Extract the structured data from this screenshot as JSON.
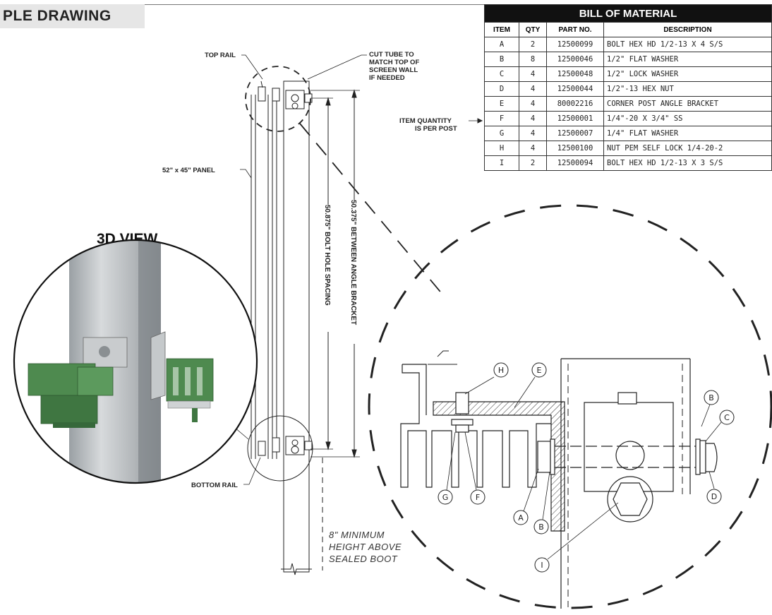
{
  "header": {
    "title": "PLE DRAWING"
  },
  "bom": {
    "title": "BILL OF MATERIAL",
    "columns": [
      "ITEM",
      "QTY",
      "PART NO.",
      "DESCRIPTION"
    ],
    "rows": [
      [
        "A",
        "2",
        "12500099",
        "BOLT HEX HD 1/2-13 X 4 S/S"
      ],
      [
        "B",
        "8",
        "12500046",
        "1/2\" FLAT WASHER"
      ],
      [
        "C",
        "4",
        "12500048",
        "1/2\" LOCK WASHER"
      ],
      [
        "D",
        "4",
        "12500044",
        "1/2\"-13 HEX NUT"
      ],
      [
        "E",
        "4",
        "80002216",
        "CORNER POST ANGLE BRACKET"
      ],
      [
        "F",
        "4",
        "12500001",
        "1/4\"-20 X 3/4\" SS"
      ],
      [
        "G",
        "4",
        "12500007",
        "1/4\" FLAT WASHER"
      ],
      [
        "H",
        "4",
        "12500100",
        "NUT PEM SELF LOCK 1/4-20-2"
      ],
      [
        "I",
        "2",
        "12500094",
        "BOLT HEX HD 1/2-13 X 3 S/S"
      ]
    ]
  },
  "labels": {
    "top_rail": "TOP RAIL",
    "cut_tube": [
      "CUT TUBE TO",
      "MATCH TOP OF",
      "SCREEN WALL",
      "IF NEEDED"
    ],
    "item_qty": [
      "ITEM QUANTITY",
      "IS PER POST"
    ],
    "panel": "52\" x 45\" PANEL",
    "bottom_rail": "BOTTOM RAIL",
    "view_3d": "3D VIEW",
    "bolt_spacing": "50.875\" BOLT HOLE SPACING",
    "bracket_spacing": "50.375\" BETWEEN ANGLE BRACKET",
    "min_height": [
      "8\" MINIMUM",
      "HEIGHT ABOVE",
      "SEALED BOOT"
    ]
  },
  "balloons": [
    "H",
    "E",
    "B",
    "C",
    "D",
    "G",
    "F",
    "A",
    "B",
    "I"
  ],
  "colors": {
    "panel_green": "#4e8a4f",
    "post_gray": "#b8bcbf",
    "bom_header": "#111111"
  }
}
